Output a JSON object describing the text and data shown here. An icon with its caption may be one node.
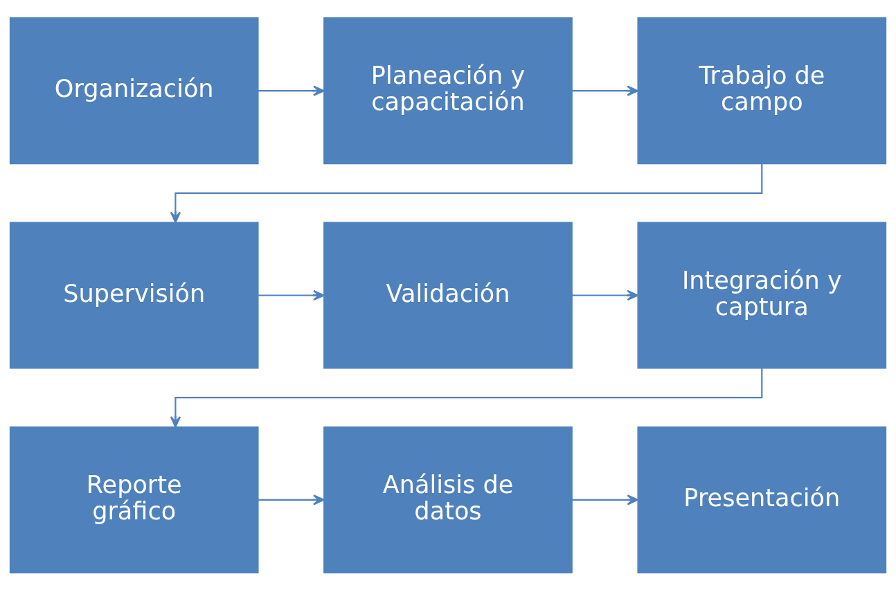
{
  "diagram": {
    "nodes": [
      {
        "text": [
          "Organización"
        ]
      },
      {
        "text": [
          "Planeación y capacitación"
        ]
      },
      {
        "text": [
          "Trabajo de campo"
        ]
      },
      {
        "text": [
          "Supervisión"
        ]
      },
      {
        "text": [
          "Validación"
        ]
      },
      {
        "text": [
          "Integración y captura"
        ]
      },
      {
        "text": [
          "Reporte gráfico"
        ]
      },
      {
        "text": [
          "Análisis de datos"
        ]
      },
      {
        "text": [
          "Presentación"
        ]
      }
    ],
    "edges": [
      {
        "from": 0,
        "to": 1,
        "arrow": "to"
      },
      {
        "from": 1,
        "to": 2,
        "arrow": "to"
      },
      {
        "from": 2,
        "to": 3,
        "arrow": "to"
      },
      {
        "from": 3,
        "to": 4,
        "arrow": "to"
      },
      {
        "from": 4,
        "to": 5,
        "arrow": "to"
      },
      {
        "from": 5,
        "to": 6,
        "arrow": "to"
      },
      {
        "from": 6,
        "to": 7,
        "arrow": "to"
      },
      {
        "from": 7,
        "to": 8,
        "arrow": "to"
      }
    ]
  }
}
